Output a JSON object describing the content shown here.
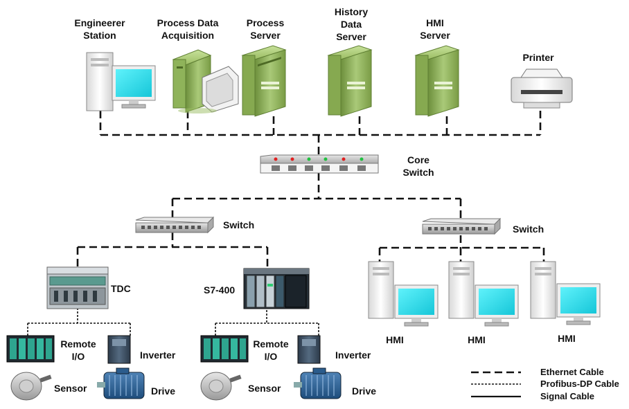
{
  "labels": {
    "engineer_station": [
      "Engineerer",
      "Station"
    ],
    "process_data_acquisition": [
      "Process Data",
      "Acquisition"
    ],
    "process_server": [
      "Process",
      "Server"
    ],
    "history_data_server": [
      "History",
      "Data",
      "Server"
    ],
    "hmi_server": [
      "HMI",
      "Server"
    ],
    "printer": "Printer",
    "core_switch": [
      "Core",
      "Switch"
    ],
    "switch_left": "Switch",
    "switch_right": "Switch",
    "tdc": "TDC",
    "s7_400": "S7-400",
    "remote_io_left": [
      "Remote",
      "I/O"
    ],
    "inverter_left": "Inverter",
    "sensor_left": "Sensor",
    "drive_left": "Drive",
    "remote_io_right": [
      "Remote",
      "I/O"
    ],
    "inverter_right": "Inverter",
    "sensor_right": "Sensor",
    "drive_right": "Drive",
    "hmi_1": "HMI",
    "hmi_2": "HMI",
    "hmi_3": "HMI"
  },
  "legend": {
    "ethernet": "Ethernet Cable",
    "profibus": "Profibus-DP Cable",
    "signal": "Signal Cable"
  },
  "colors": {
    "ethernet_line": "#111111",
    "server_green": "#8fb35a",
    "screen_cyan": "#2fe0ee",
    "plc_teal": "#2e8b86"
  }
}
